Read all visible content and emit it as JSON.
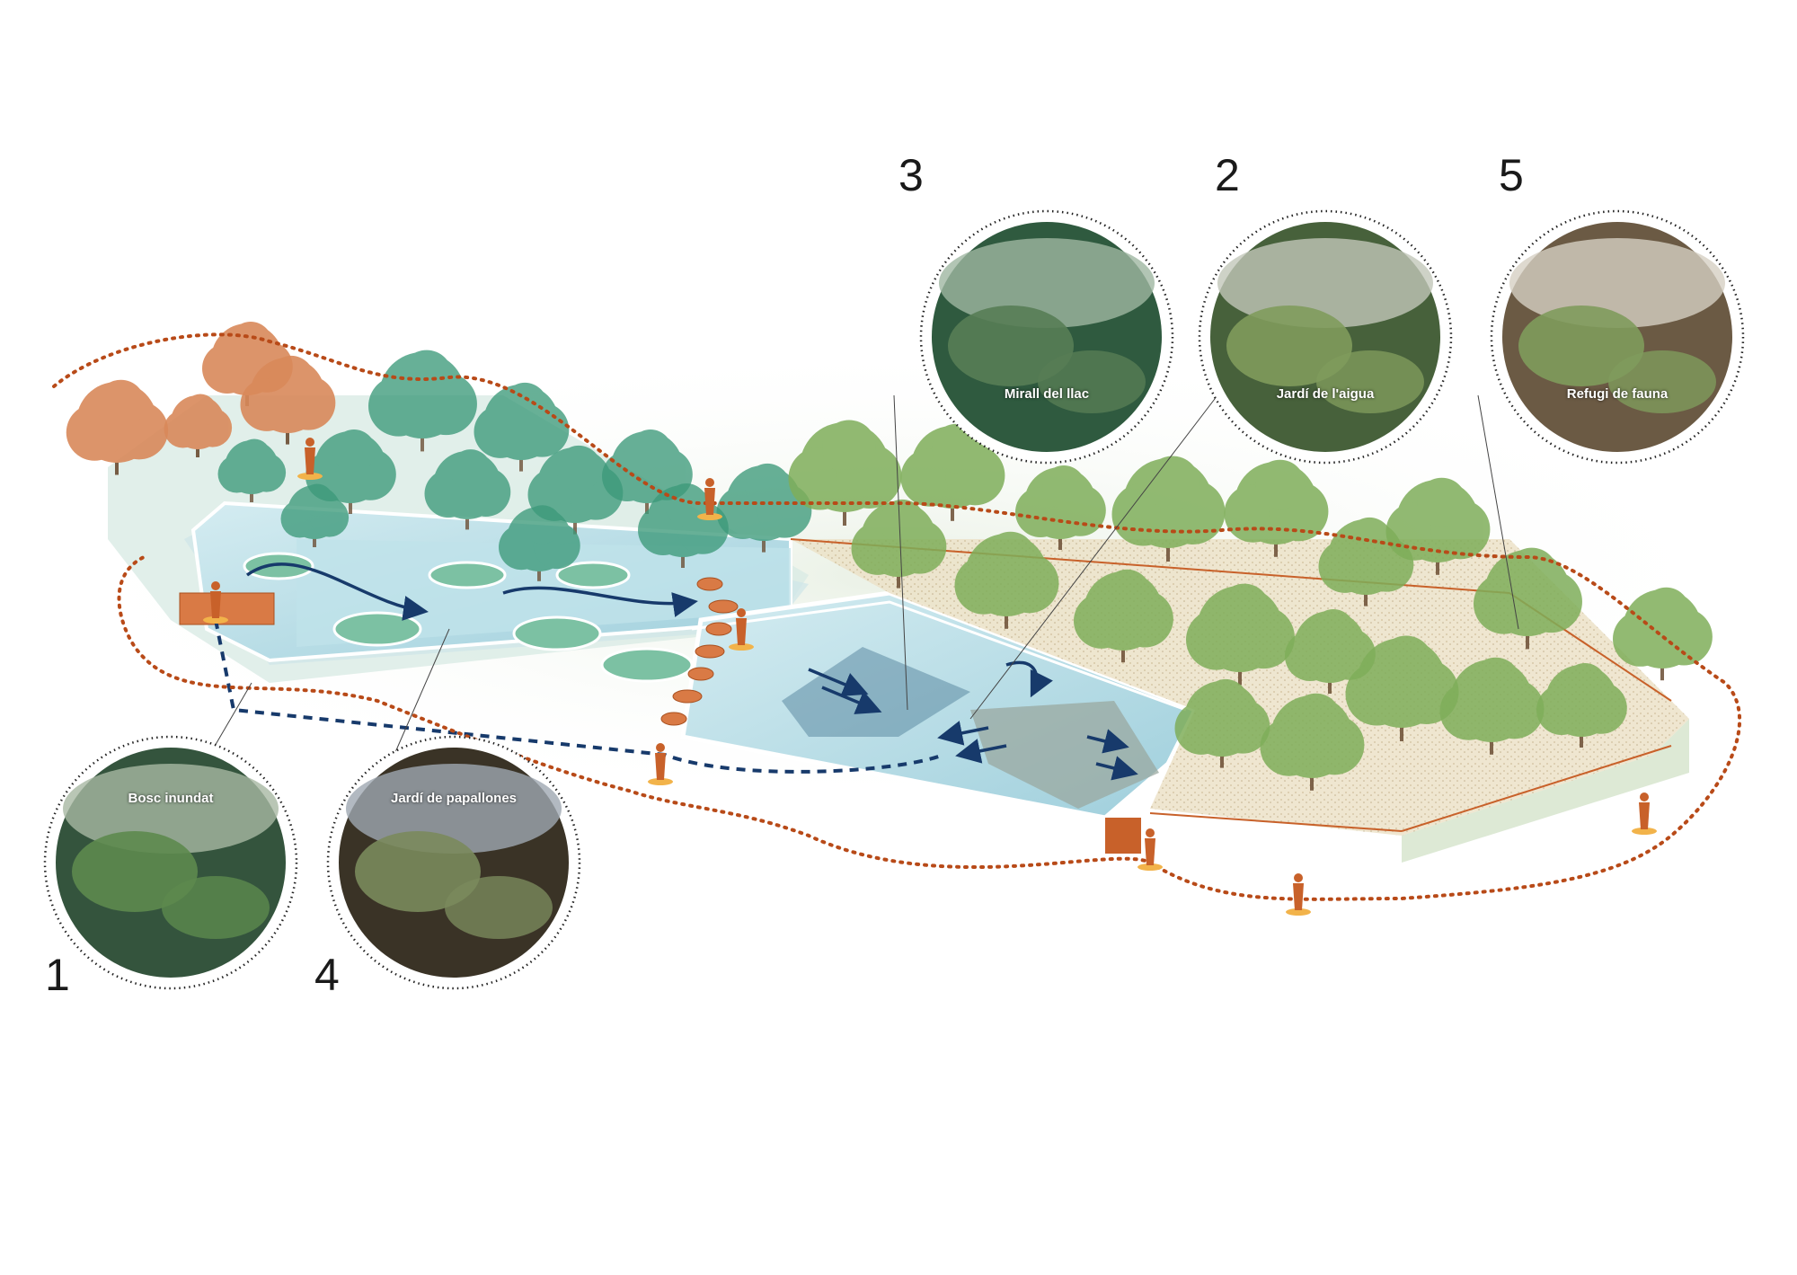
{
  "diagram": {
    "zones": [
      {
        "number": "1",
        "label": "Bosc inundat"
      },
      {
        "number": "2",
        "label": "Jardí de l'aigua"
      },
      {
        "number": "3",
        "label": "Mirall del llac"
      },
      {
        "number": "4",
        "label": "Jardí de papallones"
      },
      {
        "number": "5",
        "label": "Refugi de fauna"
      }
    ],
    "colors": {
      "orange": "#c8612a",
      "water": "#b7dde6",
      "flow_arrow": "#173a6b",
      "tree_teal": "#3d9a7a",
      "tree_green": "#7fae5a",
      "gravel": "#e9dcc0"
    }
  }
}
